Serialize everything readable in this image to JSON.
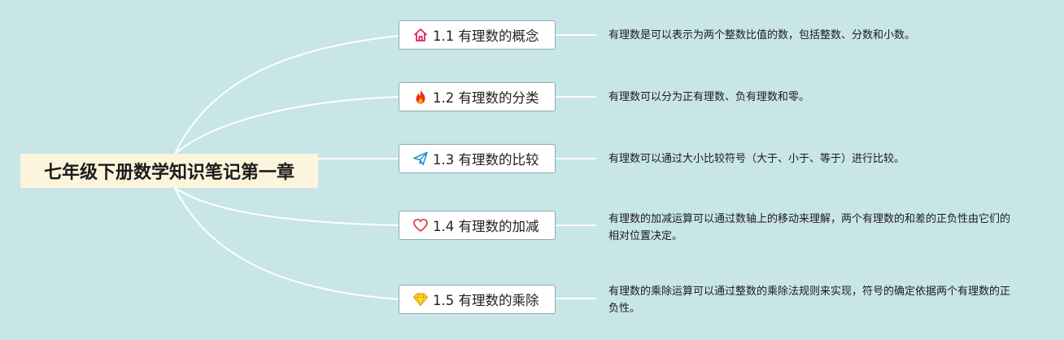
{
  "root": {
    "title": "七年级下册数学知识笔记第一章"
  },
  "topics": [
    {
      "label": "1.1 有理数的概念",
      "icon": "home-icon",
      "icon_color": "#e0245e",
      "note": "有理数是可以表示为两个整数比值的数，包括整数、分数和小数。"
    },
    {
      "label": "1.2 有理数的分类",
      "icon": "fire-icon",
      "icon_color": "#e8301c",
      "note": "有理数可以分为正有理数、负有理数和零。"
    },
    {
      "label": "1.3 有理数的比较",
      "icon": "paper-plane-icon",
      "icon_color": "#2a8fc8",
      "note": "有理数可以通过大小比较符号（大于、小于、等于）进行比较。"
    },
    {
      "label": "1.4 有理数的加减",
      "icon": "heart-icon",
      "icon_color": "#e03b3b",
      "note": "有理数的加减运算可以通过数轴上的移动来理解，两个有理数的和差的正负性由它们的相对位置决定。"
    },
    {
      "label": "1.5 有理数的乘除",
      "icon": "diamond-icon",
      "icon_color": "#f2c200",
      "note": "有理数的乘除运算可以通过整数的乘除法规则来实现，符号的确定依据两个有理数的正负性。"
    }
  ],
  "colors": {
    "background": "#c8e5e7",
    "root_fill": "#fdf4dd",
    "connector": "#ffffff",
    "topic_border": "#8fa9ab"
  }
}
